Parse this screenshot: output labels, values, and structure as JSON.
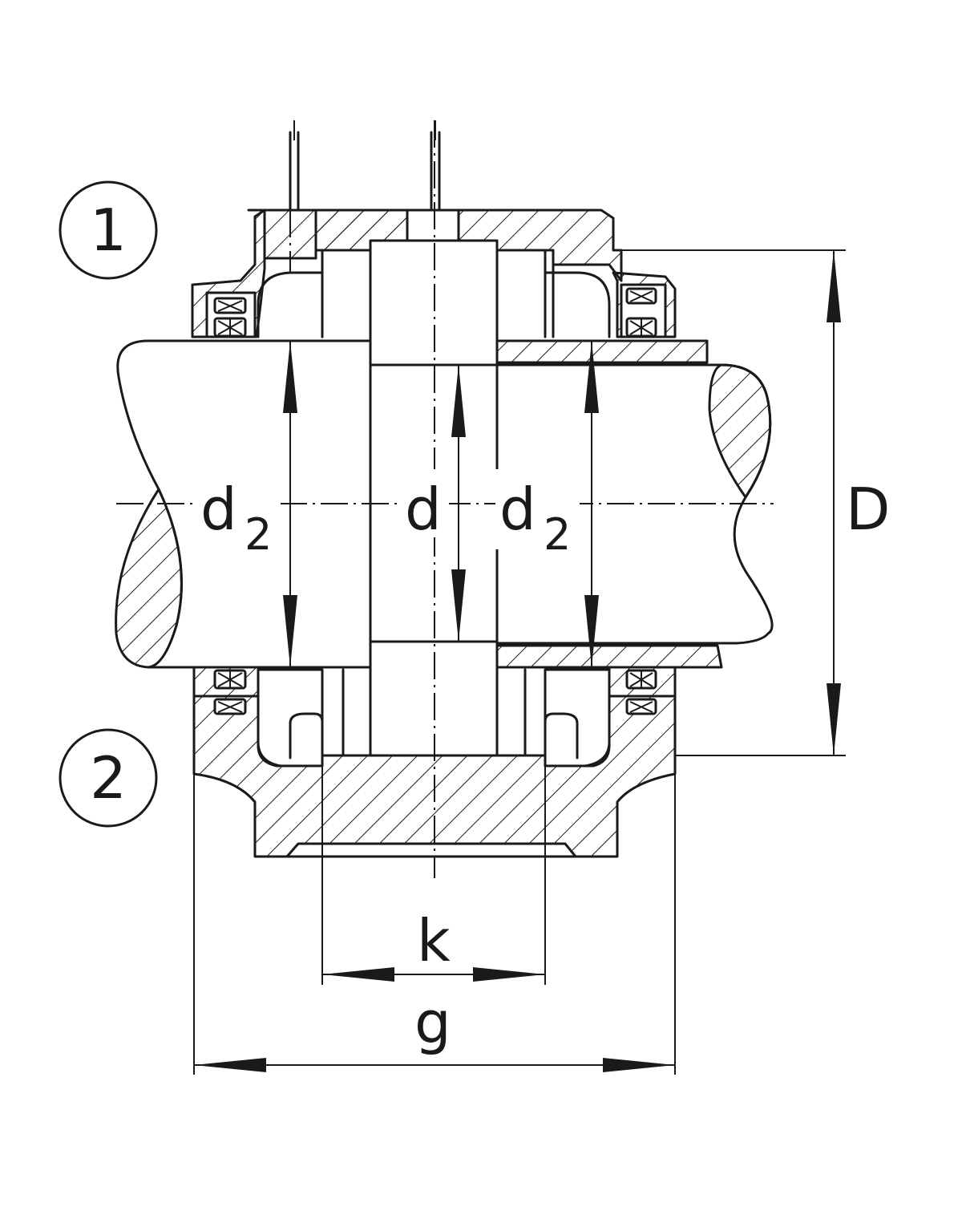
{
  "callouts": [
    {
      "id": "upper",
      "label": "1"
    },
    {
      "id": "lower",
      "label": "2"
    }
  ],
  "dimensions": {
    "shaft_left": {
      "symbol": "d",
      "subscript": "2"
    },
    "bore": {
      "symbol": "d"
    },
    "shaft_right": {
      "symbol": "d",
      "subscript": "2"
    },
    "housing_outer": {
      "symbol": "D"
    },
    "foot_inner_width": {
      "symbol": "k"
    },
    "foot_outer_width": {
      "symbol": "g"
    }
  },
  "colors": {
    "line": "#1a1a1a",
    "background": "#ffffff"
  }
}
